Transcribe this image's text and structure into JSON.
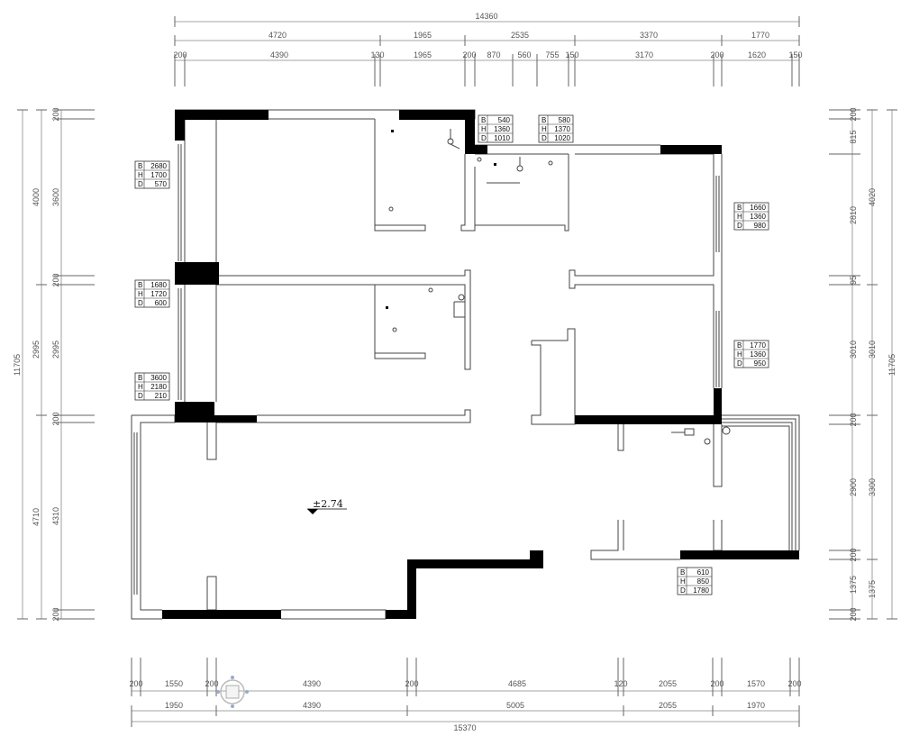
{
  "dimensions": {
    "top_total": "14360",
    "top_row1": [
      "4720",
      "1965",
      "2535",
      "3370",
      "1770"
    ],
    "top_row2": [
      "200",
      "4390",
      "130",
      "1965",
      "200",
      "870",
      "560",
      "755",
      "150",
      "3170",
      "200",
      "1620",
      "150"
    ],
    "bottom_row1": [
      "200",
      "1550",
      "200",
      "4390",
      "200",
      "4685",
      "120",
      "2055",
      "200",
      "1570",
      "200"
    ],
    "bottom_row2": [
      "1950",
      "4390",
      "5005",
      "2055",
      "1970"
    ],
    "bottom_total": "15370",
    "left_outer": "11705",
    "left_mid": [
      "4000",
      "2995",
      "4710"
    ],
    "left_inner": [
      "200",
      "3600",
      "200",
      "2995",
      "200",
      "4310",
      "200"
    ],
    "right_outer": "11705",
    "right_mid": [
      "4020",
      "3010",
      "3300",
      "1375"
    ],
    "right_inner": [
      "200",
      "815",
      "2810",
      "95",
      "3010",
      "200",
      "2900",
      "200",
      "1375",
      "200"
    ]
  },
  "tags": [
    {
      "B": "540",
      "H": "1360",
      "D": "1010"
    },
    {
      "B": "580",
      "H": "1370",
      "D": "1020"
    },
    {
      "B": "2680",
      "H": "1700",
      "D": "570"
    },
    {
      "B": "1660",
      "H": "1360",
      "D": "980"
    },
    {
      "B": "1680",
      "H": "1720",
      "D": "600"
    },
    {
      "B": "1770",
      "H": "1360",
      "D": "950"
    },
    {
      "B": "3600",
      "H": "2180",
      "D": "210"
    },
    {
      "B": "610",
      "H": "850",
      "D": "1780"
    }
  ],
  "tag_labels": {
    "b": "B",
    "h": "H",
    "d": "D"
  },
  "level": "±2.74"
}
